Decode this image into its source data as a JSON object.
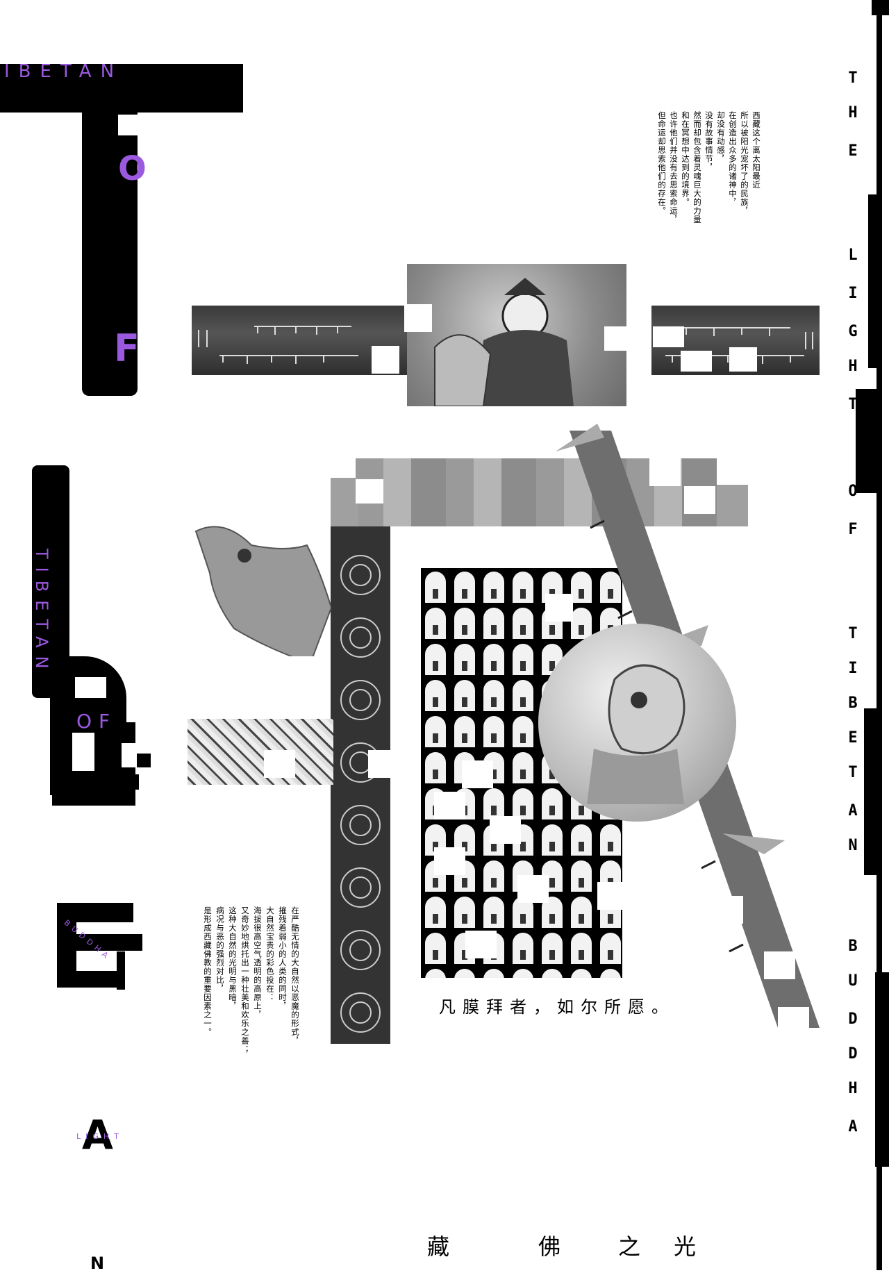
{
  "top_left": {
    "label": "IBETAN",
    "big_letters": [
      "O",
      "F"
    ]
  },
  "left_middle": {
    "label_vertical": "TIBETAN",
    "label_of": "OF"
  },
  "left_lower": {
    "label_buddha": "BUDDHA",
    "label_light": "LIGHT",
    "letter_a": "A",
    "letter_n": "N"
  },
  "right_column": {
    "letters": [
      "T",
      "H",
      "E",
      "L",
      "I",
      "G",
      "H",
      "T",
      "O",
      "F",
      "T",
      "I",
      "B",
      "E",
      "T",
      "A",
      "N",
      "B",
      "U",
      "D",
      "D",
      "H",
      "A"
    ]
  },
  "text_top_right": {
    "lines": [
      "西藏这个离太阳最近",
      "所以被阳光宠坏了的民族，",
      "在创造出众多的诸神中，",
      "却没有动感，",
      "没有故事情节，",
      "然而却包含着灵魂巨大的力量",
      "和在冥想中达到的境界。",
      "也许他们并没有去思索命运，",
      "但命运却思索他们的存在。"
    ]
  },
  "text_bottom_left": {
    "lines": [
      "在严酷无情的大自然以恶魔的形式，",
      "摧残着弱小的人类的同时，",
      "大自然宝贵的彩色投在：",
      "海拔很高空气透明的高原上，",
      "又奇妙地烘托出一种壮美和欢乐之善；",
      "这种大自然的光明与黑暗，",
      "病况与恶的强烈对比，",
      "是形成西藏佛教的重要因素之一。"
    ]
  },
  "slogan": "凡膜拜者，如尔所愿。",
  "bottom_title": [
    "藏",
    "佛",
    "之",
    "光"
  ],
  "colors": {
    "accent": "#9b59e0",
    "ink": "#000000",
    "paper": "#ffffff"
  }
}
